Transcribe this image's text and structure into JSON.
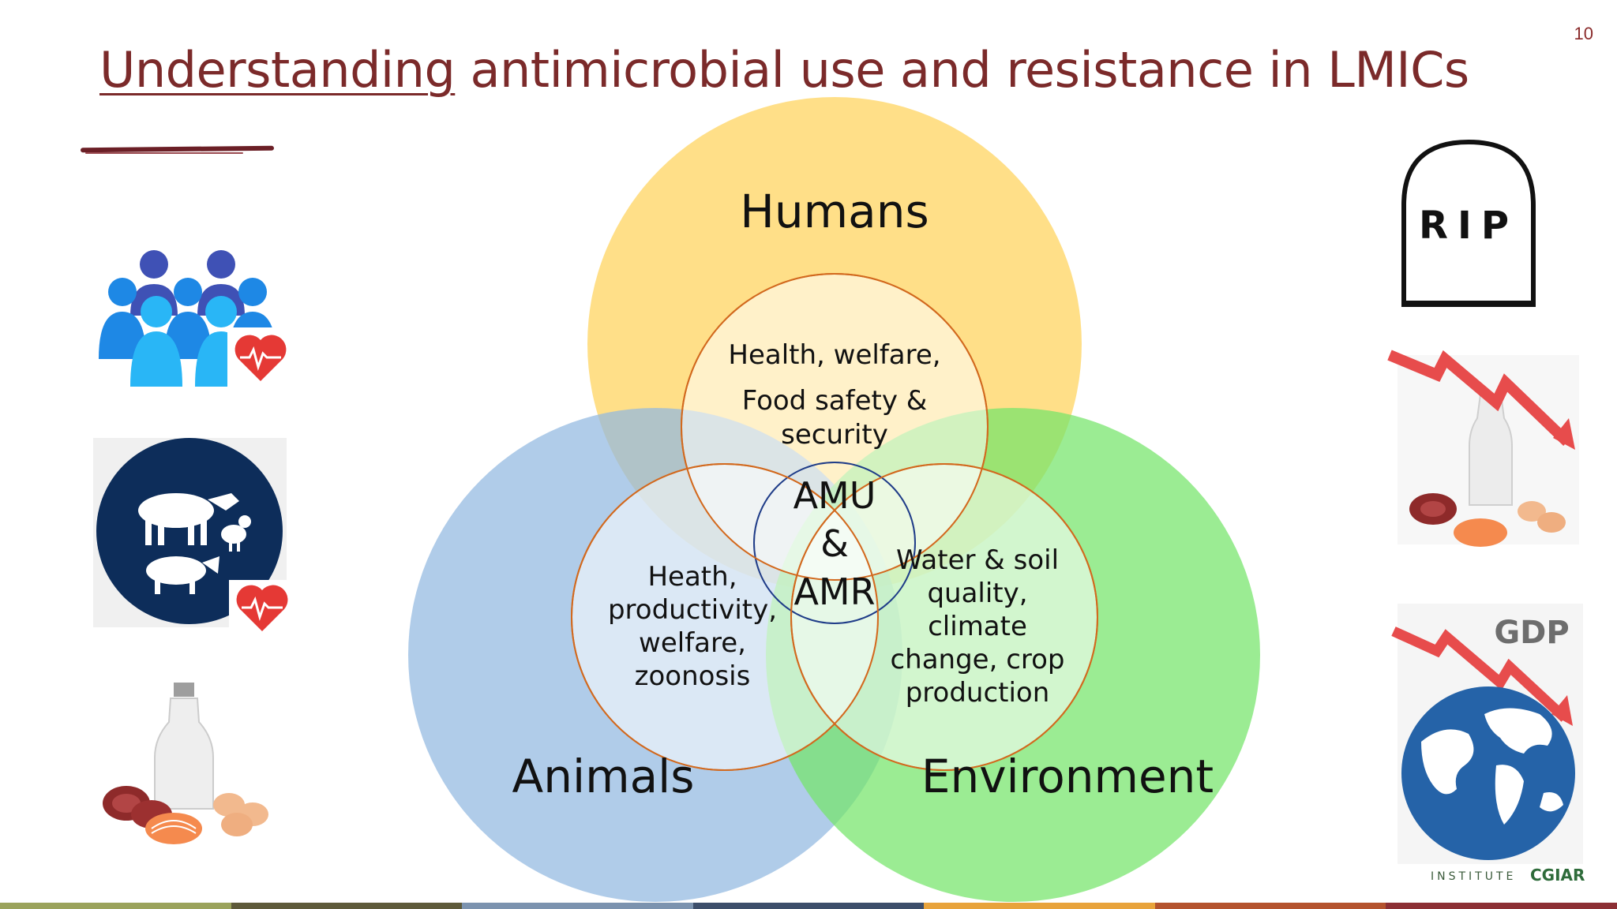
{
  "slide": {
    "page_number": "10",
    "title_underlined": "Understanding",
    "title_rest": " antimicrobial use and resistance in LMICs"
  },
  "venn": {
    "circles": [
      {
        "label": "Humans",
        "color": "#FFD25A"
      },
      {
        "label": "Animals",
        "color": "#92B9E0"
      },
      {
        "label": "Environment",
        "color": "#74E56A"
      }
    ],
    "inner": {
      "humans": [
        "Health, welfare,",
        "Food safety &",
        "security"
      ],
      "animals": [
        "Heath,",
        "productivity,",
        "welfare,",
        "zoonosis"
      ],
      "environment": [
        "Water & soil",
        "quality,",
        "climate",
        "change, crop",
        "production"
      ]
    },
    "center": [
      "AMU",
      "&",
      "AMR"
    ],
    "ring_color": "#D2691E",
    "center_ring_color": "#1F3C88"
  },
  "icons": {
    "left": [
      "people-with-heart-icon",
      "livestock-with-heart-icon",
      "milk-meat-fish-eggs-icon"
    ],
    "right": [
      "rip-tombstone-icon",
      "declining-food-production-icon",
      "declining-gdp-globe-icon"
    ],
    "rip_text": "RIP",
    "gdp_text": "GDP"
  },
  "logos": {
    "institute": "INSTITUTE",
    "cgiar": "CGIAR"
  },
  "footer_colors": [
    "#9BA35C",
    "#5E5A3A",
    "#7C93AF",
    "#3D4E6A",
    "#E8A33C",
    "#B4532E",
    "#8C2F34"
  ]
}
